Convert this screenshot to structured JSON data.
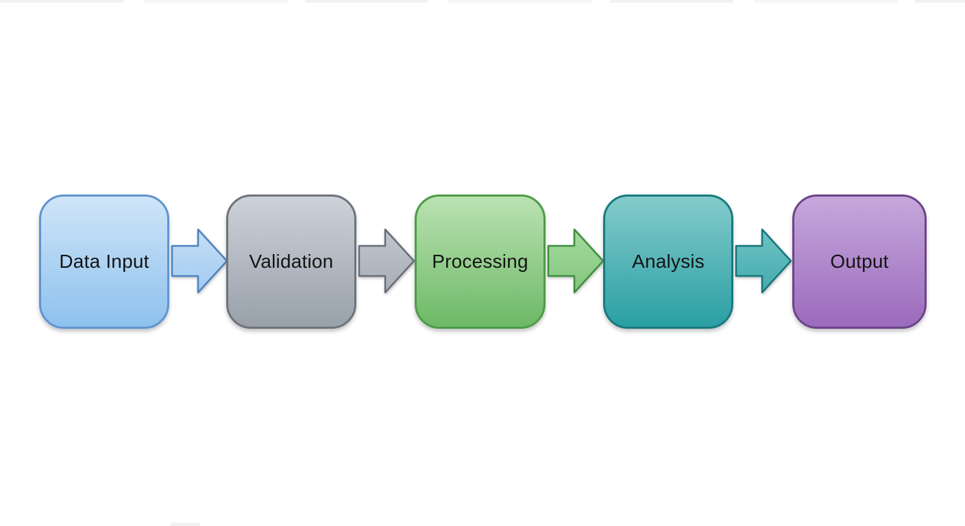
{
  "diagram": {
    "type": "flowchart",
    "direction": "left-to-right",
    "background": "#ffffff",
    "text_color": "#141414",
    "steps": [
      {
        "label": "Data Input",
        "fill_top": "#cfe5f8",
        "fill_bottom": "#8ec1ee",
        "border": "#6094ce",
        "arrow": {
          "fill_top": "#c4ddf6",
          "fill_bottom": "#a2ccf1",
          "border": "#4e82c0"
        }
      },
      {
        "label": "Validation",
        "fill_top": "#cdd2d9",
        "fill_bottom": "#98a0aa",
        "border": "#6e737b",
        "arrow": {
          "fill_top": "#c0c6cd",
          "fill_bottom": "#a7aeb8",
          "border": "#686d76"
        }
      },
      {
        "label": "Processing",
        "fill_top": "#bae2b2",
        "fill_bottom": "#6db967",
        "border": "#4d9c46",
        "arrow": {
          "fill_top": "#a5daa0",
          "fill_bottom": "#82c67c",
          "border": "#3e8e3e"
        }
      },
      {
        "label": "Analysis",
        "fill_top": "#84cbcc",
        "fill_bottom": "#2a9fa3",
        "border": "#177a7e",
        "arrow": {
          "fill_top": "#6ec2c3",
          "fill_bottom": "#43abae",
          "border": "#147579"
        }
      },
      {
        "label": "Output",
        "fill_top": "#c6a7db",
        "fill_bottom": "#9b6bbd",
        "border": "#6b4488",
        "arrow": null
      }
    ]
  }
}
